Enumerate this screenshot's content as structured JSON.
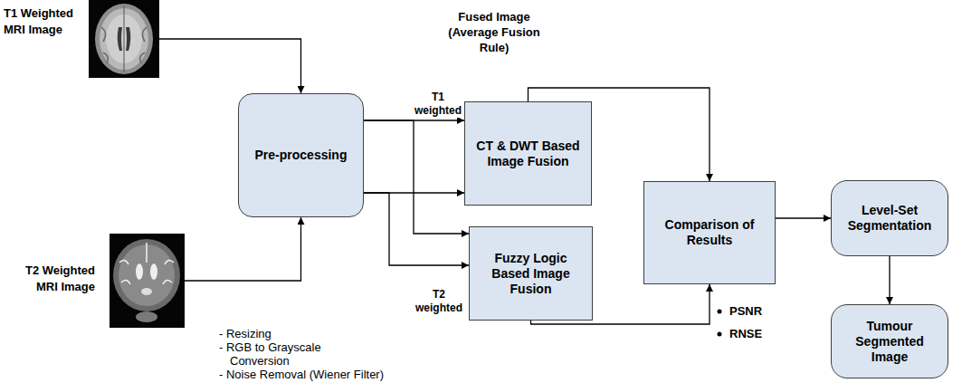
{
  "diagram": {
    "nodes": [
      {
        "text": [
          "T1 Weighted MRI Image"
        ]
      },
      {
        "text": [
          "T2 Weighted MRI Image"
        ]
      },
      {
        "text": [
          "Pre-processing"
        ]
      },
      {
        "text": [
          "CT & DWT Based Image Fusion"
        ]
      },
      {
        "text": [
          "Fuzzy Logic Based Image Fusion"
        ]
      },
      {
        "text": [
          "Comparison of Results"
        ]
      },
      {
        "text": [
          "Level-Set Segmentation"
        ]
      },
      {
        "text": [
          "Tumour Segmented Image"
        ]
      }
    ],
    "edges": [
      {
        "from": 0,
        "to": 2,
        "arrow": "to"
      },
      {
        "from": 1,
        "to": 2,
        "arrow": "to"
      },
      {
        "from": 2,
        "to": 3,
        "label": "T1 weighted",
        "arrow": "to"
      },
      {
        "from": 2,
        "to": 3,
        "arrow": "to"
      },
      {
        "from": 2,
        "to": 4,
        "arrow": "to"
      },
      {
        "from": 2,
        "to": 4,
        "label": "T2 weighted",
        "arrow": "to"
      },
      {
        "from": 3,
        "to": 5,
        "label": "Fused Image (Average Fusion Rule)",
        "arrow": "to"
      },
      {
        "from": 4,
        "to": 5,
        "arrow": "to"
      },
      {
        "from": 5,
        "to": 6,
        "arrow": "to"
      },
      {
        "from": 6,
        "to": 7,
        "arrow": "to"
      }
    ],
    "labels": [
      "PSNR",
      "RNSE",
      "- Resizing",
      "- RGB to Grayscale Conversion",
      "- Noise Removal (Wiener Filter)"
    ]
  }
}
